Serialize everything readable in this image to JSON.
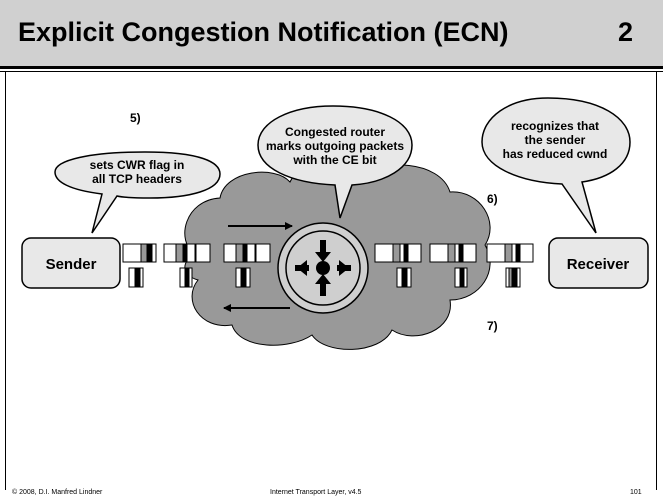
{
  "slide": {
    "title": "Explicit Congestion Notification (ECN)",
    "number": "2"
  },
  "diagram": {
    "sender_label": "Sender",
    "receiver_label": "Receiver",
    "step5": "5)",
    "step6": "6)",
    "step7": "7)",
    "callout_sender": [
      "sets CWR flag in",
      "all TCP headers"
    ],
    "callout_router": [
      "Congested router",
      "marks outgoing packets",
      "with the CE bit"
    ],
    "callout_receiver": [
      "recognizes that",
      "the sender",
      "has reduced cwnd"
    ]
  },
  "footer": {
    "copyright": "© 2008, D.I. Manfred Lindner",
    "course": "Internet Transport Layer, v4.5",
    "page": "101"
  },
  "colors": {
    "cloud": "#999999",
    "title_bar": "#d0d0d0",
    "box_fill": "#e8e8e8",
    "router_fill": "#cfcfcf"
  }
}
